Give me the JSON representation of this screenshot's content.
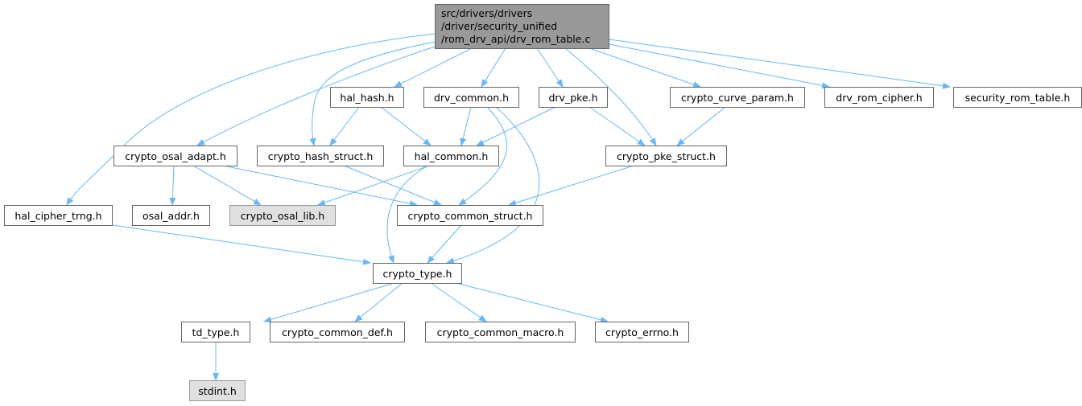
{
  "root": {
    "lines": [
      "src/drivers/drivers",
      "/driver/security_unified",
      "/rom_drv_api/drv_rom_table.c"
    ]
  },
  "nodes": {
    "hal_hash": "hal_hash.h",
    "drv_common": "drv_common.h",
    "drv_pke": "drv_pke.h",
    "crypto_curve_param": "crypto_curve_param.h",
    "drv_rom_cipher": "drv_rom_cipher.h",
    "security_rom_table": "security_rom_table.h",
    "crypto_osal_adapt": "crypto_osal_adapt.h",
    "crypto_hash_struct": "crypto_hash_struct.h",
    "hal_common": "hal_common.h",
    "crypto_pke_struct": "crypto_pke_struct.h",
    "hal_cipher_trng": "hal_cipher_trng.h",
    "osal_addr": "osal_addr.h",
    "crypto_osal_lib": "crypto_osal_lib.h",
    "crypto_common_struct": "crypto_common_struct.h",
    "crypto_type": "crypto_type.h",
    "td_type": "td_type.h",
    "crypto_common_def": "crypto_common_def.h",
    "crypto_common_macro": "crypto_common_macro.h",
    "crypto_errno": "crypto_errno.h",
    "stdint": "stdint.h"
  },
  "edges": [
    [
      "root",
      "hal_cipher_trng"
    ],
    [
      "root",
      "crypto_osal_adapt"
    ],
    [
      "root",
      "crypto_hash_struct"
    ],
    [
      "root",
      "hal_hash"
    ],
    [
      "root",
      "drv_common"
    ],
    [
      "root",
      "drv_pke"
    ],
    [
      "root",
      "crypto_pke_struct"
    ],
    [
      "root",
      "crypto_curve_param"
    ],
    [
      "root",
      "drv_rom_cipher"
    ],
    [
      "root",
      "security_rom_table"
    ],
    [
      "hal_hash",
      "crypto_hash_struct"
    ],
    [
      "hal_hash",
      "hal_common"
    ],
    [
      "drv_common",
      "hal_common"
    ],
    [
      "drv_common",
      "crypto_common_struct"
    ],
    [
      "drv_common",
      "crypto_type"
    ],
    [
      "drv_pke",
      "hal_common"
    ],
    [
      "drv_pke",
      "crypto_pke_struct"
    ],
    [
      "crypto_curve_param",
      "crypto_pke_struct"
    ],
    [
      "crypto_osal_adapt",
      "osal_addr"
    ],
    [
      "crypto_osal_adapt",
      "crypto_osal_lib"
    ],
    [
      "crypto_osal_adapt",
      "crypto_common_struct"
    ],
    [
      "crypto_hash_struct",
      "crypto_common_struct"
    ],
    [
      "hal_common",
      "crypto_osal_lib"
    ],
    [
      "hal_common",
      "crypto_type"
    ],
    [
      "crypto_pke_struct",
      "crypto_common_struct"
    ],
    [
      "crypto_common_struct",
      "crypto_type"
    ],
    [
      "hal_cipher_trng",
      "crypto_type"
    ],
    [
      "crypto_type",
      "td_type"
    ],
    [
      "crypto_type",
      "crypto_common_def"
    ],
    [
      "crypto_type",
      "crypto_common_macro"
    ],
    [
      "crypto_type",
      "crypto_errno"
    ],
    [
      "td_type",
      "stdint"
    ]
  ],
  "colors": {
    "edge": "#63b8ff",
    "root_fill": "#999999",
    "external_fill": "#e0e0e0"
  }
}
